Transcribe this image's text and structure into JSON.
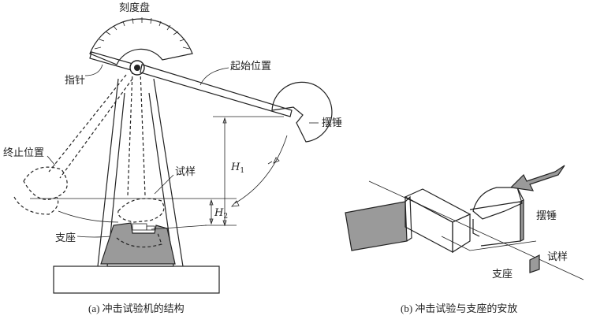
{
  "figure_a": {
    "dial_label": "刻度盘",
    "pointer_label": "指针",
    "start_position_label": "起始位置",
    "pendulum_label": "摆锤",
    "end_position_label": "终止位置",
    "specimen_label": "试样",
    "support_label": "支座",
    "h1_symbol": "H",
    "h1_subscript": "1",
    "h2_symbol": "H",
    "h2_subscript": "2",
    "caption": "(a) 冲击试验机的结构"
  },
  "figure_b": {
    "pendulum_label": "摆锤",
    "specimen_label": "试样",
    "support_label": "支座",
    "caption": "(b) 冲击试验与支座的安放"
  },
  "colors": {
    "line": "#222222",
    "fill_gray": "#9a9a9a"
  }
}
